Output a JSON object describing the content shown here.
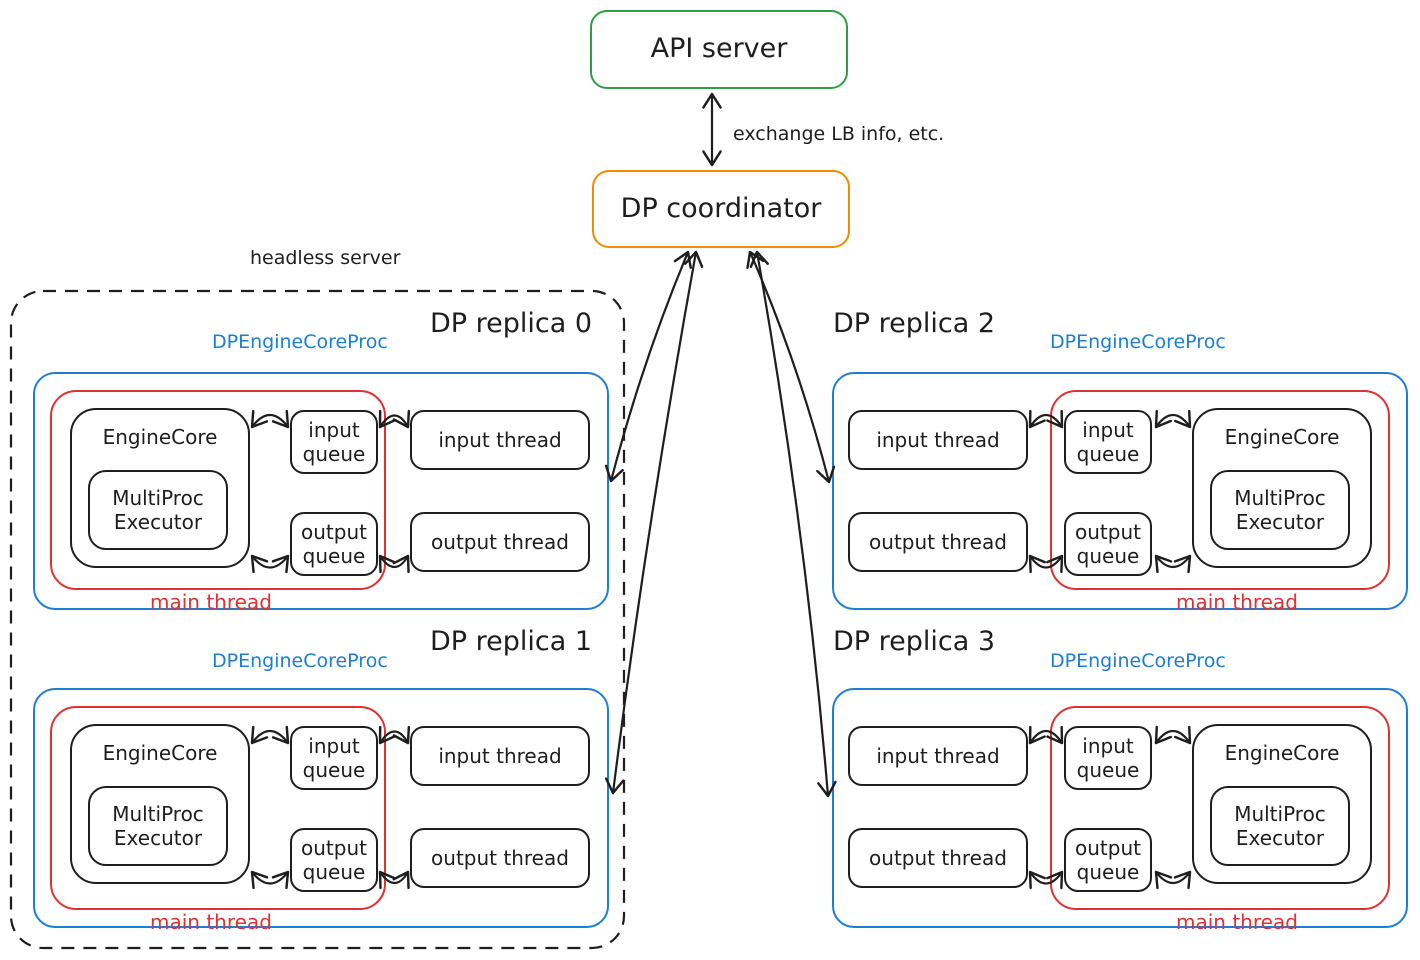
{
  "palette": {
    "ink": "#1e1e1e",
    "green": "#2f9e44",
    "orange": "#f08c00",
    "blue": "#1c7ed6",
    "red": "#e03131",
    "background": "#ffffff"
  },
  "top": {
    "api_server_label": "API server",
    "coordinator_label": "DP coordinator",
    "link_label": "exchange LB info, etc."
  },
  "headless_server": {
    "label": "headless server"
  },
  "replicas": [
    {
      "title": "DP replica 0",
      "proc_label": "DPEngineCoreProc",
      "main_thread_label": "main thread",
      "engine_core_label": "EngineCore",
      "executor_label": "MultiProc Executor",
      "input_queue_label": "input queue",
      "output_queue_label": "output queue",
      "input_thread_label": "input thread",
      "output_thread_label": "output thread"
    },
    {
      "title": "DP replica 1",
      "proc_label": "DPEngineCoreProc",
      "main_thread_label": "main thread",
      "engine_core_label": "EngineCore",
      "executor_label": "MultiProc Executor",
      "input_queue_label": "input queue",
      "output_queue_label": "output queue",
      "input_thread_label": "input thread",
      "output_thread_label": "output thread"
    },
    {
      "title": "DP replica 2",
      "proc_label": "DPEngineCoreProc",
      "main_thread_label": "main thread",
      "engine_core_label": "EngineCore",
      "executor_label": "MultiProc Executor",
      "input_queue_label": "input queue",
      "output_queue_label": "output queue",
      "input_thread_label": "input thread",
      "output_thread_label": "output thread"
    },
    {
      "title": "DP replica 3",
      "proc_label": "DPEngineCoreProc",
      "main_thread_label": "main thread",
      "engine_core_label": "EngineCore",
      "executor_label": "MultiProc Executor",
      "input_queue_label": "input queue",
      "output_queue_label": "output queue",
      "input_thread_label": "input thread",
      "output_thread_label": "output thread"
    }
  ]
}
